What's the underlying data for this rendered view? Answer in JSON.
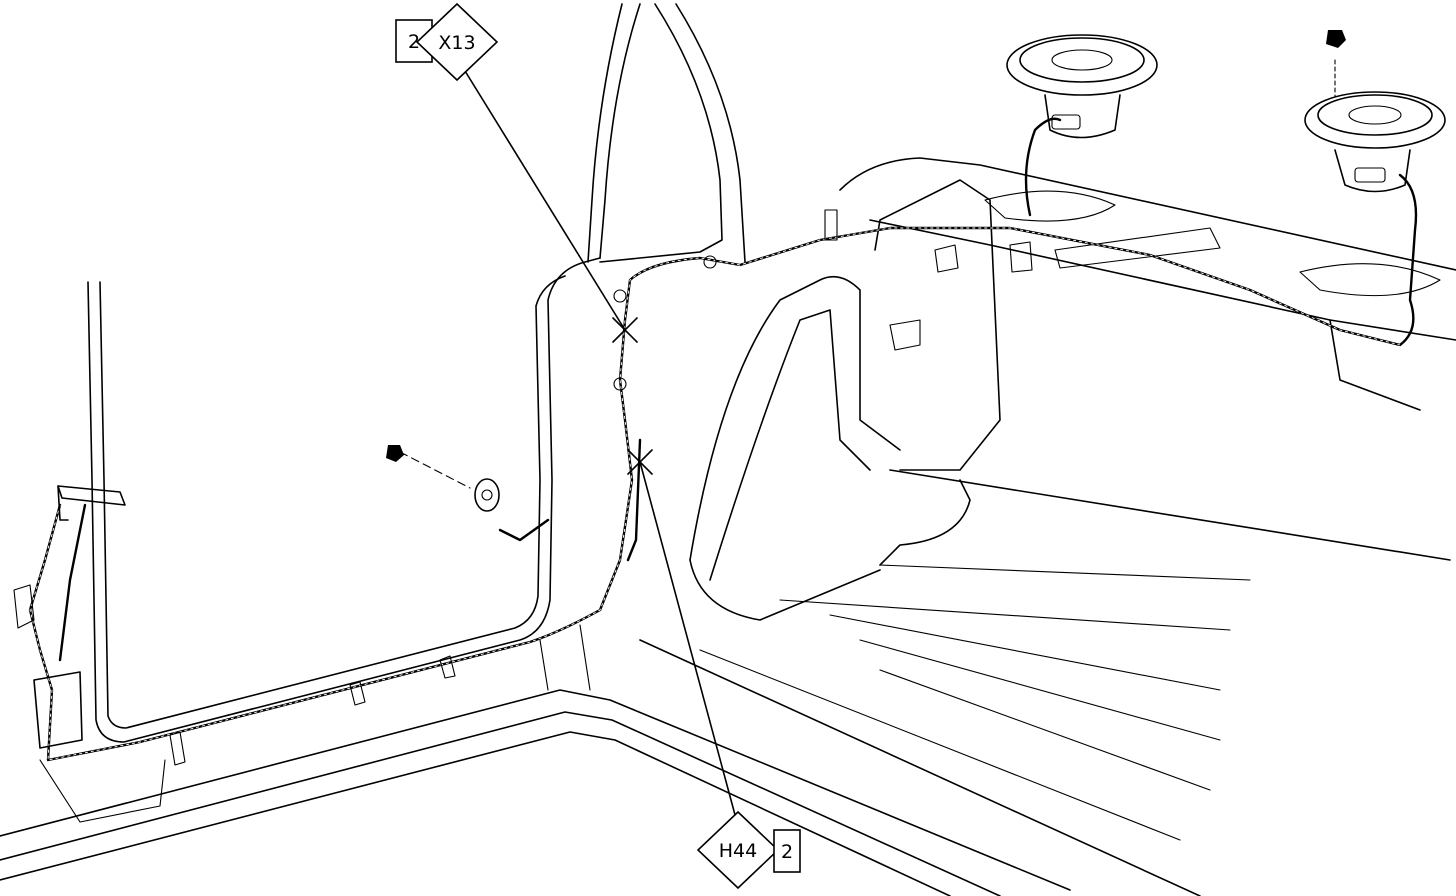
{
  "callouts": {
    "top": {
      "quantity": "2",
      "code": "X13"
    },
    "bottom": {
      "code": "H44",
      "quantity": "2"
    }
  },
  "colors": {
    "line": "#000000",
    "background": "#ffffff"
  }
}
